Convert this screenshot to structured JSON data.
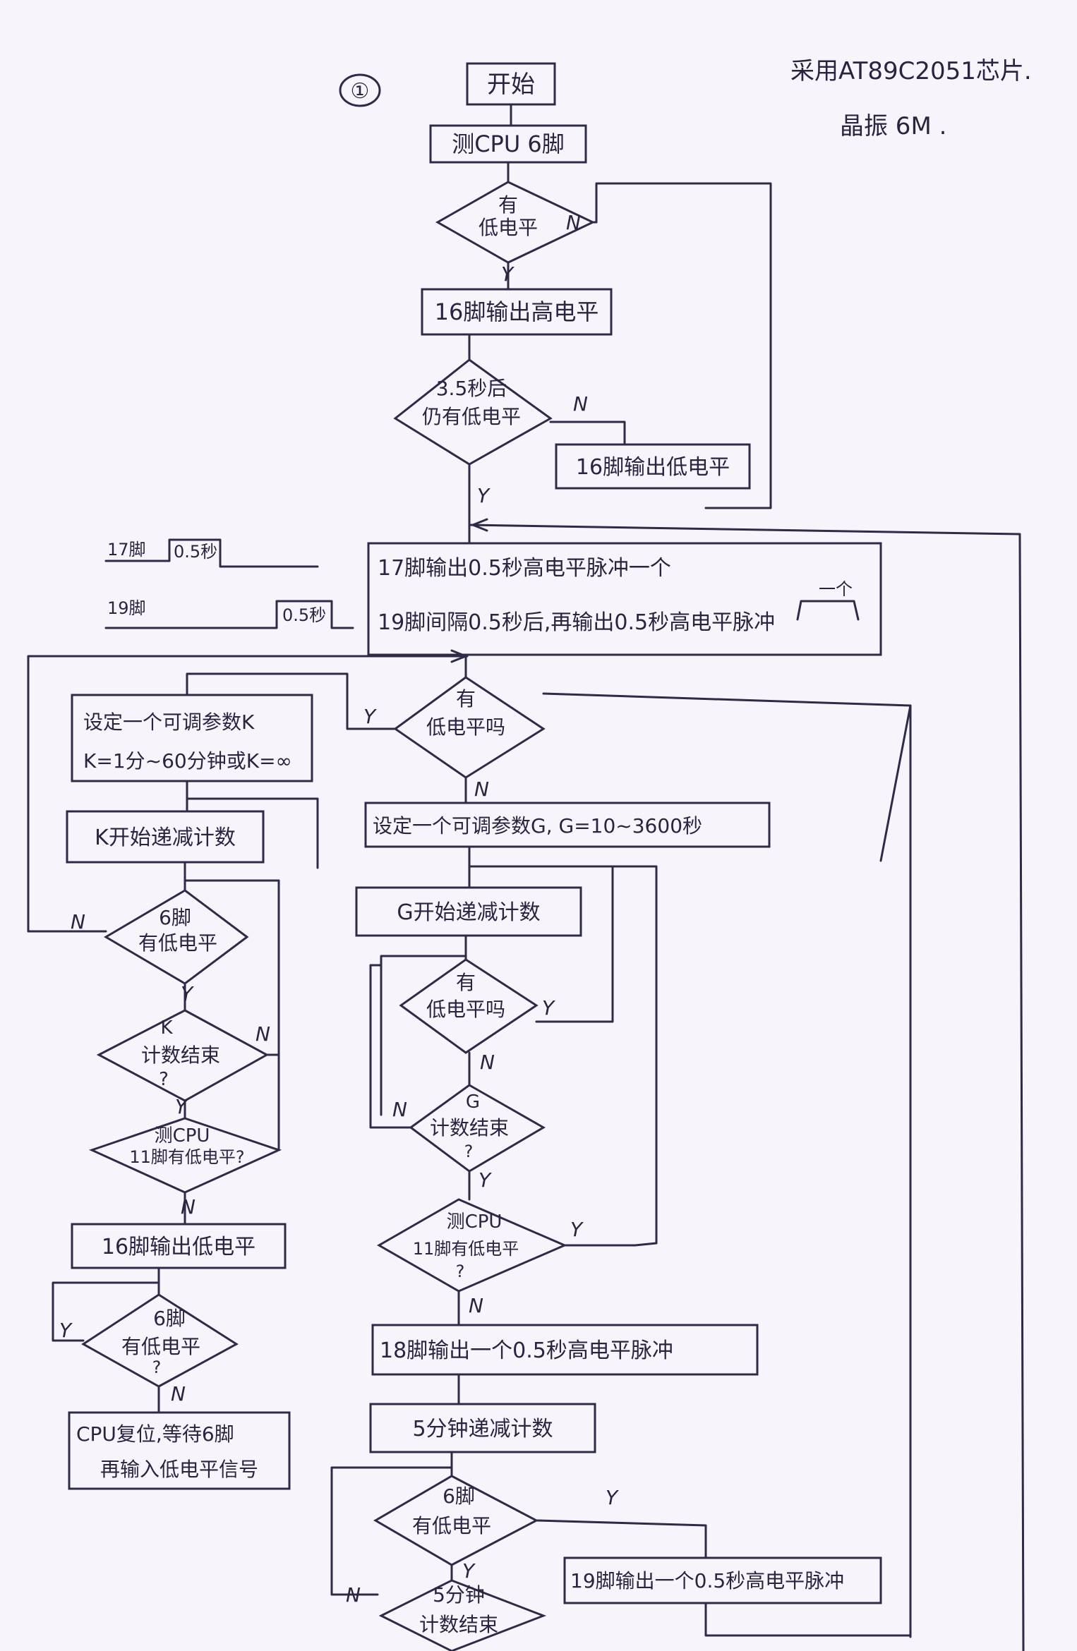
{
  "notes": {
    "page_number": "①",
    "chip": "采用AT89C2051芯片.",
    "crystal": "晶振 6M ."
  },
  "timing": {
    "pin17_label": "17脚",
    "pin17_pulse": "0.5秒",
    "pin19_label": "19脚",
    "pin19_pulse": "0.5秒"
  },
  "nodes": {
    "start": "开始",
    "test_pin6": "测CPU 6脚",
    "d_low1": [
      "有",
      "低电平"
    ],
    "pin16_high": "16脚输出高电平",
    "d_35s": [
      "3.5秒后",
      "仍有低电平"
    ],
    "pin16_low_right": "16脚输出低电平",
    "pulses": [
      "17脚输出0.5秒高电平脉冲一个",
      "19脚间隔0.5秒后,再输出0.5秒高电平脉冲"
    ],
    "pulses_note": "一个",
    "d_low2": [
      "有",
      "低电平吗"
    ],
    "set_k": [
      "设定一个可调参数K",
      "K=1分~60分钟或K=∞"
    ],
    "k_count": "K开始递减计数",
    "d_k6": [
      "6脚",
      "有低电平"
    ],
    "d_kend": [
      "K",
      "计数结束",
      "?"
    ],
    "d_k11": [
      "测CPU",
      "11脚有低电平?"
    ],
    "pin16_low_left": "16脚输出低电平",
    "d_l6": [
      "6脚",
      "有低电平",
      "?"
    ],
    "reset": [
      "CPU复位,等待6脚",
      "再输入低电平信号"
    ],
    "set_g": "设定一个可调参数G, G=10~3600秒",
    "g_count": "G开始递减计数",
    "d_g_low": [
      "有",
      "低电平吗"
    ],
    "d_gend": [
      "G",
      "计数结束",
      "?"
    ],
    "d_g11": [
      "测CPU",
      "11脚有低电平",
      "?"
    ],
    "pin18": "18脚输出一个0.5秒高电平脉冲",
    "min5": "5分钟递减计数",
    "d_m6": [
      "6脚",
      "有低电平"
    ],
    "pin19": "19脚输出一个0.5秒高电平脉冲",
    "d_mend": [
      "5分钟",
      "计数结束"
    ]
  },
  "labels": {
    "yes": "Y",
    "no": "N"
  }
}
